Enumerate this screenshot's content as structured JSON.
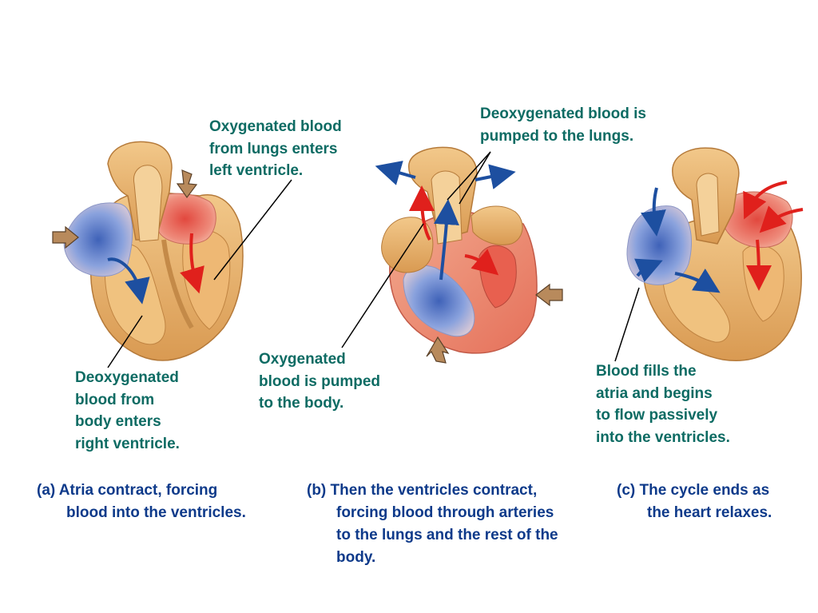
{
  "labels": {
    "a_top": [
      "Oxygenated blood",
      "from lungs enters",
      "left ventricle."
    ],
    "a_bottom": [
      "Deoxygenated",
      "blood from",
      "body enters",
      "right ventricle."
    ],
    "b_top": [
      "Deoxygenated blood is",
      "pumped to the lungs."
    ],
    "b_bottom": [
      "Oxygenated",
      "blood is pumped",
      "to the body."
    ],
    "c_right": [
      "Blood fills the",
      "atria and begins",
      "to flow passively",
      "into the ventricles."
    ]
  },
  "captions": {
    "a": [
      "(a) Atria contract, forcing",
      "blood into the ventricles."
    ],
    "b": [
      "(b) Then the ventricles contract,",
      "forcing blood through arteries",
      "to the lungs and the rest of the",
      "body."
    ],
    "c": [
      "(c) The cycle ends as",
      "the heart relaxes."
    ]
  },
  "colors": {
    "label_text": "#0d6b63",
    "caption_text": "#0e3a8a",
    "heart_muscle": "#e8b36b",
    "oxygenated": "#e45a4d",
    "deoxygenated": "#5b7fc4",
    "arrow_red": "#e0201c",
    "arrow_blue": "#1d4fa0",
    "pressure_arrow": "#a07a52"
  },
  "icons": {
    "flow_arrow": "blood-flow-arrow",
    "pressure_arrow": "contraction-arrow",
    "leader": "leader-line"
  }
}
